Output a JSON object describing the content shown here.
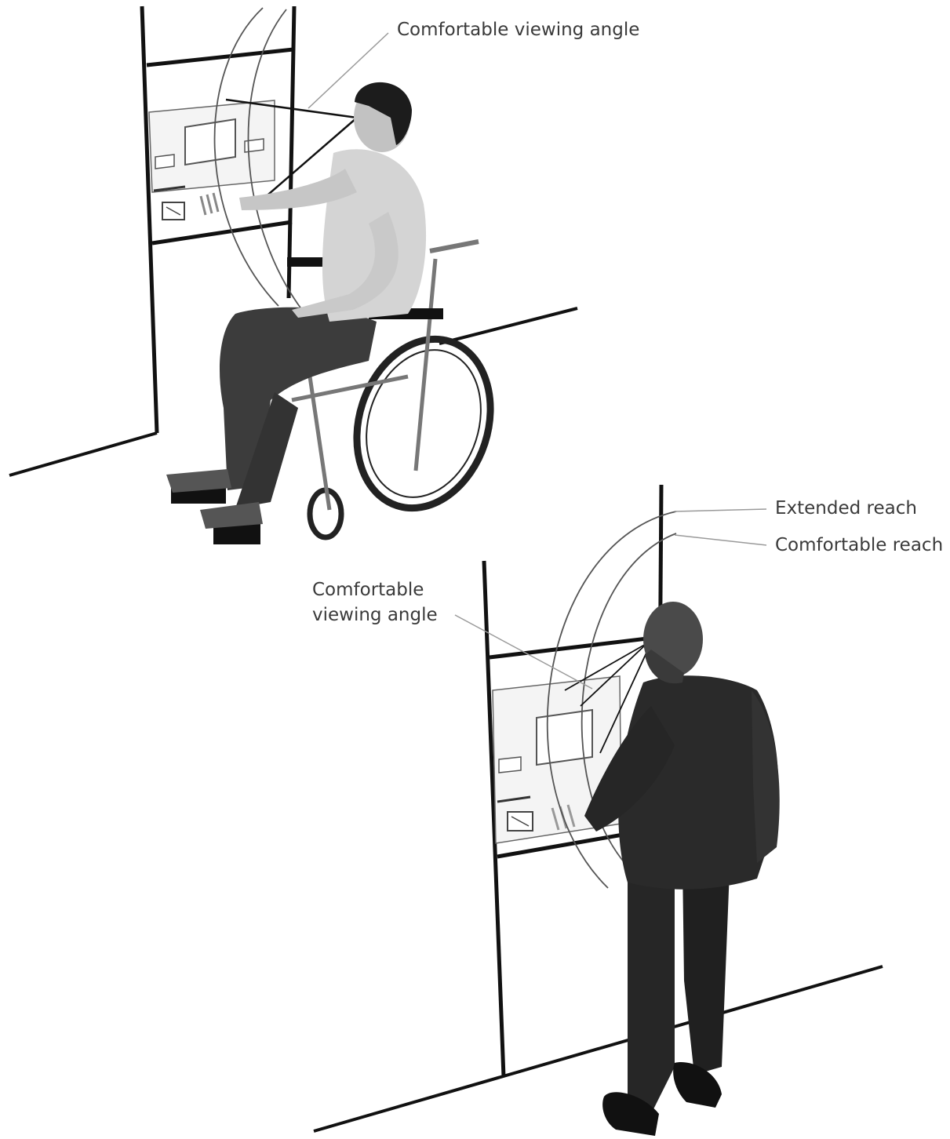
{
  "top_scene": {
    "viewing_angle_label": "Comfortable viewing angle"
  },
  "bottom_scene": {
    "extended_reach_label": "Extended reach",
    "comfortable_reach_label": "Comfortable reach",
    "viewing_angle_label_line1": "Comfortable",
    "viewing_angle_label_line2": "viewing angle"
  },
  "colors": {
    "line": "#111111",
    "arc": "#555555",
    "leader": "#9a9a9a",
    "skin": "#cfcfcf",
    "clothing_dark": "#2a2a2a",
    "trousers": "#3c3c3c"
  }
}
